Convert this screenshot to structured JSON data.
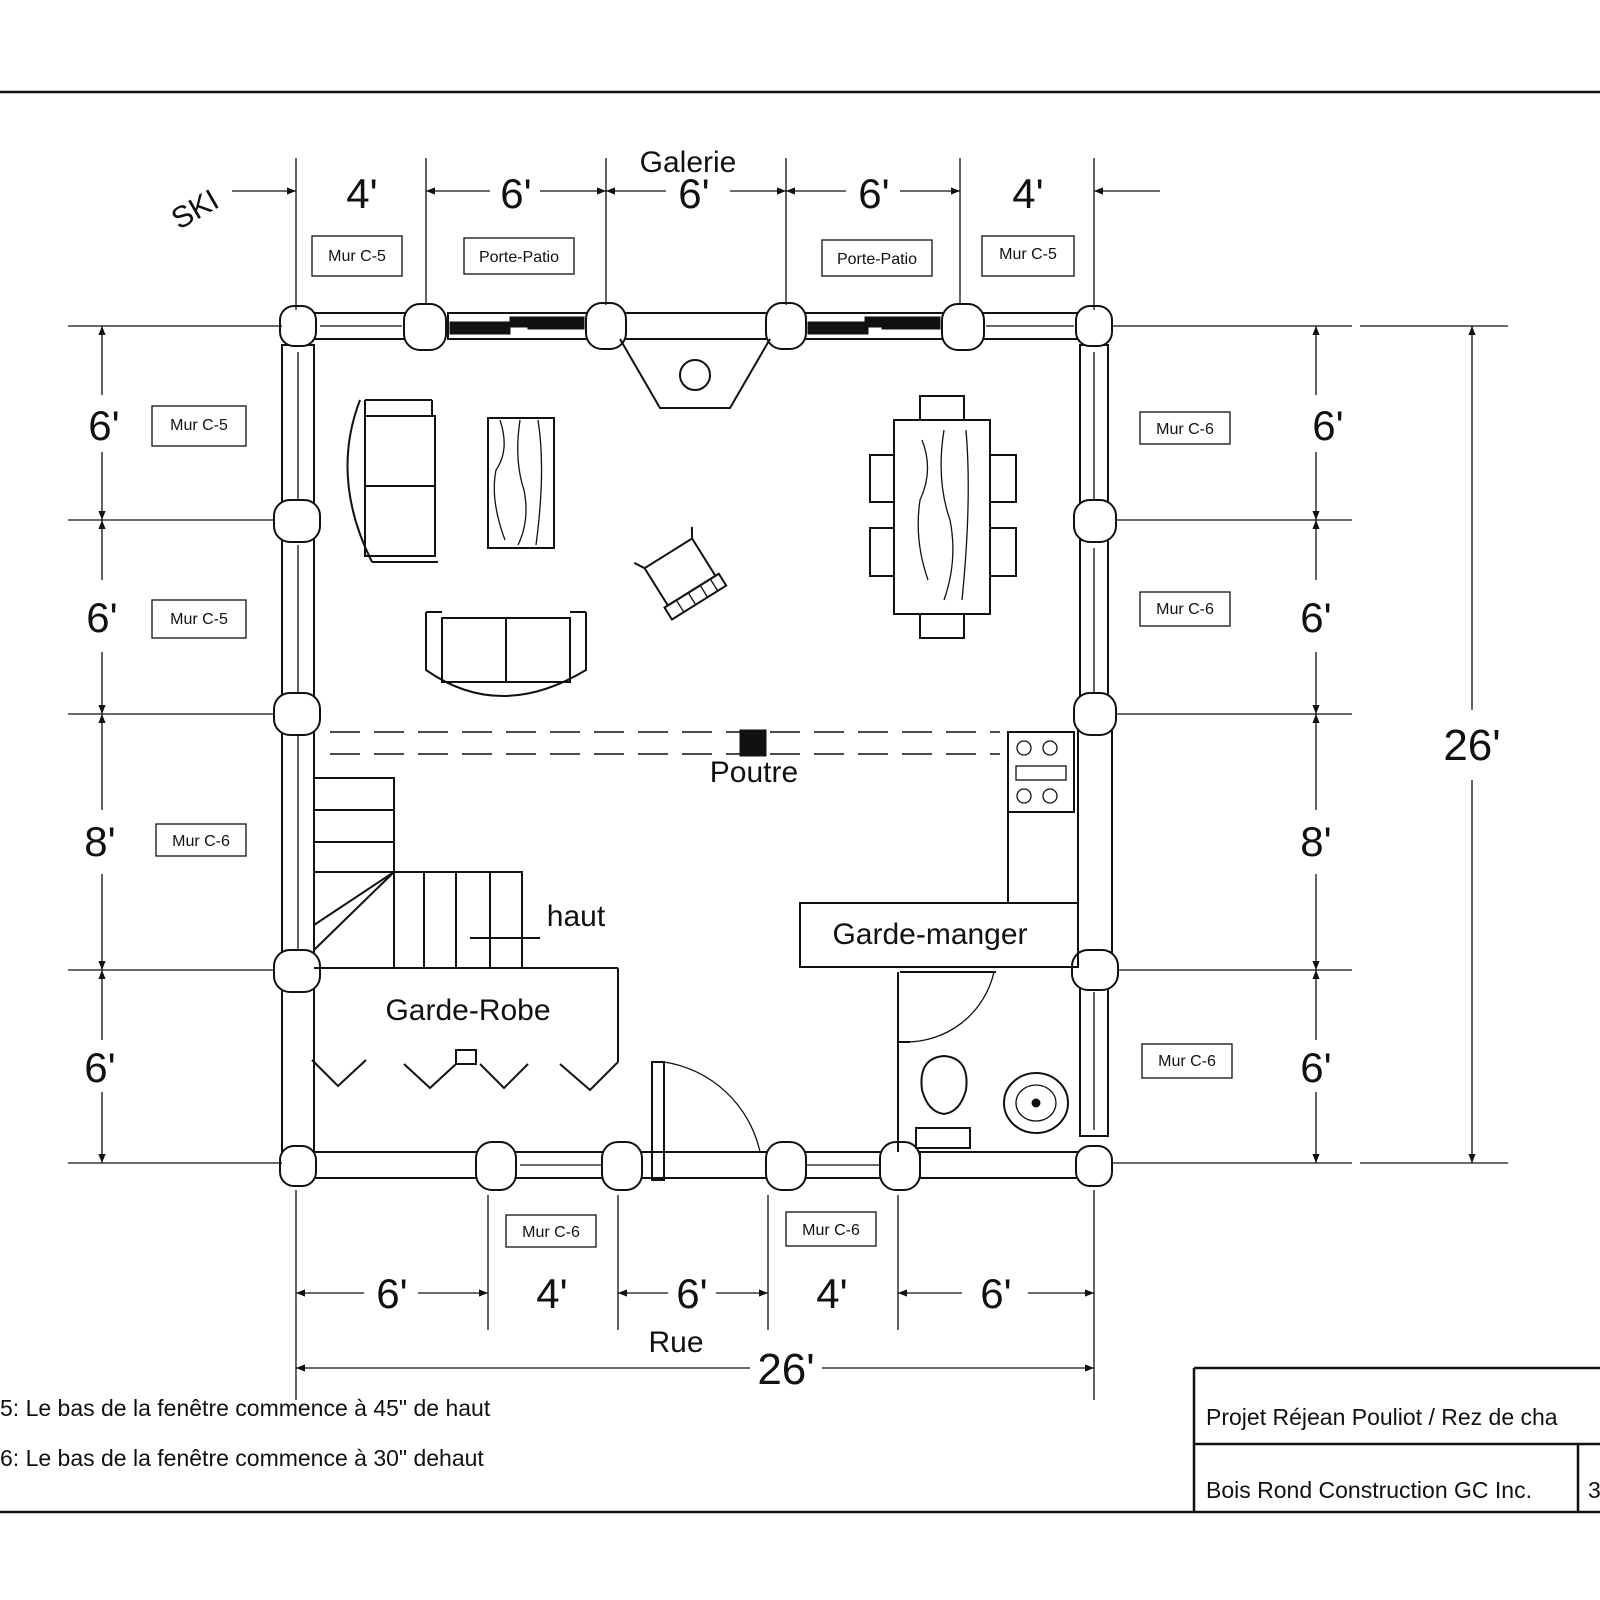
{
  "labels": {
    "galerie": "Galerie",
    "ski": "SKI",
    "rue": "Rue",
    "poutre": "Poutre",
    "haut": "haut",
    "garde_manger": "Garde-manger",
    "garde_robe": "Garde-Robe"
  },
  "dimensions": {
    "top": [
      "4'",
      "6'",
      "6'",
      "6'",
      "4'"
    ],
    "bottom": [
      "6'",
      "4'",
      "6'",
      "4'",
      "6'"
    ],
    "bottom_total": "26'",
    "left": [
      "6'",
      "6'",
      "8'",
      "6'"
    ],
    "right": [
      "6'",
      "6'",
      "8'",
      "6'"
    ],
    "right_total": "26'"
  },
  "tags": {
    "top": [
      "Mur   C-5",
      "Porte-Patio",
      "Porte-Patio",
      "Mur   C-5"
    ],
    "left": [
      "Mur   C-5",
      "Mur   C-5",
      "Mur  C-6"
    ],
    "right": [
      "Mur  C-6",
      "Mur  C-6",
      "Mur  C-6"
    ],
    "bottom": [
      "Mur  C-6",
      "Mur  C-6"
    ]
  },
  "notes": [
    "5: Le bas de la fenêtre commence à 45\" de haut",
    "6: Le bas de la fenêtre commence à 30\" dehaut"
  ],
  "title_block": {
    "project": "Projet Réjean Pouliot / Rez de cha",
    "company": "Bois Rond Construction GC Inc.",
    "sheet": "3"
  }
}
